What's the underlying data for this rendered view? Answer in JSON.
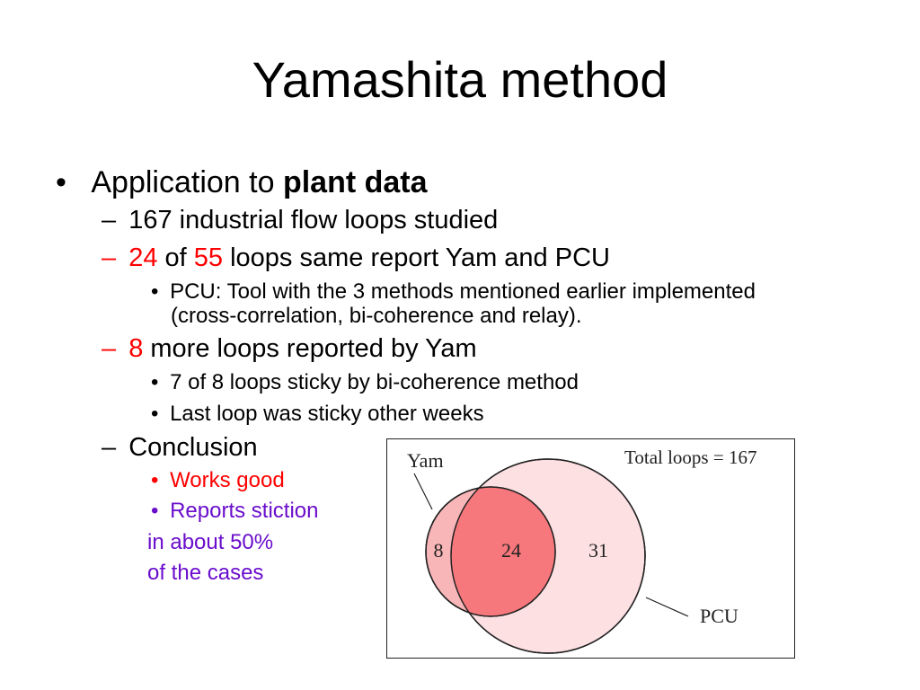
{
  "slide": {
    "title": "Yamashita method",
    "bullet1": {
      "prefix": "Application to ",
      "bold": "plant data"
    },
    "sub1": "167 industrial flow loops studied",
    "sub2": {
      "num_a": "24",
      "text_of": " of ",
      "num_b": "55",
      "text_rest": " loops same report Yam and PCU"
    },
    "sub2_note_line1": "PCU: Tool with the 3 methods mentioned earlier implemented",
    "sub2_note_line2": "(cross-correlation, bi-coherence and relay).",
    "sub3": {
      "num": "8",
      "text": " more loops reported by Yam"
    },
    "sub3_note1": "7 of 8 loops sticky by bi-coherence method",
    "sub3_note2": "Last loop was sticky other weeks",
    "sub4": "Conclusion",
    "sub4_note1": "Works good",
    "sub4_note2": "Reports stiction",
    "sub4_cont1": "in about 50%",
    "sub4_cont2": "of the cases",
    "bullet_symbol": "•",
    "dash_symbol": "–"
  },
  "venn": {
    "label_yam": "Yam",
    "label_pcu": "PCU",
    "label_total": "Total loops = 167",
    "only_yam": "8",
    "both": "24",
    "only_pcu": "31",
    "color_yam_fill": "#f9b6b8",
    "color_pcu_fill": "#fde0e2",
    "color_overlap_fill": "#f7787c"
  },
  "colors": {
    "red": "#ff0000",
    "purple": "#6a0dcc"
  }
}
